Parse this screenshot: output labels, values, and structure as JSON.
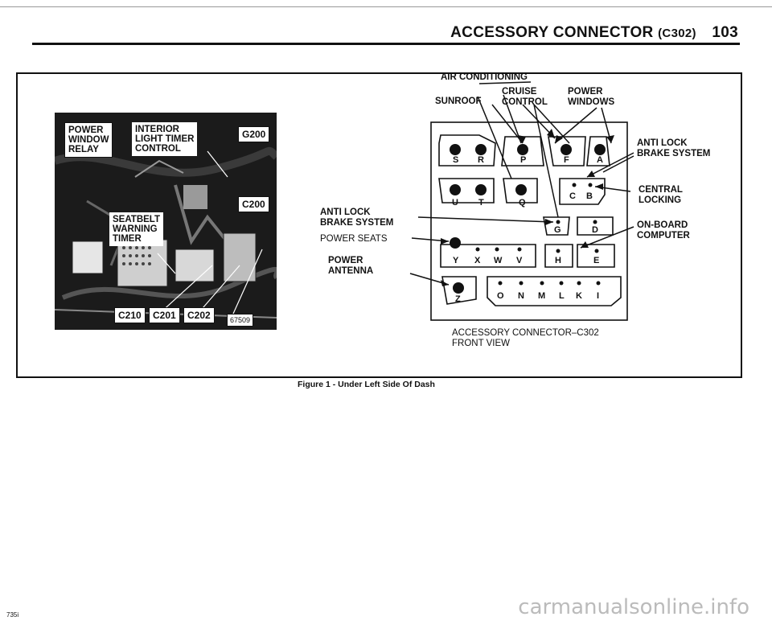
{
  "header": {
    "title": "ACCESSORY CONNECTOR",
    "title_sub": "(C302)",
    "page_number": "103"
  },
  "photo": {
    "labels": {
      "power_window_relay": "POWER\nWINDOW\nRELAY",
      "interior_light_timer": "INTERIOR\nLIGHT TIMER\nCONTROL",
      "g200": "G200",
      "c200": "C200",
      "seatbelt_warning_timer": "SEATBELT\nWARNING\nTIMER",
      "c210": "C210",
      "c201": "C201",
      "c202": "C202",
      "photo_number": "67509"
    }
  },
  "diagram": {
    "labels_top": {
      "air_conditioning": "AIR CONDITIONING",
      "sunroof": "SUNROOF",
      "cruise_control": "CRUISE\nCONTROL",
      "power_windows": "POWER\nWINDOWS"
    },
    "labels_left": {
      "anti_lock": "ANTI LOCK\nBRAKE SYSTEM",
      "power_seats": "POWER SEATS",
      "power_antenna": "POWER\nANTENNA"
    },
    "labels_right": {
      "anti_lock": "ANTI LOCK\nBRAKE SYSTEM",
      "central_locking": "CENTRAL\nLOCKING",
      "on_board_computer": "ON-BOARD\nCOMPUTER"
    },
    "connector_caption": "ACCESSORY CONNECTOR–C302\nFRONT VIEW",
    "pins": {
      "S": "S",
      "R": "R",
      "P": "P",
      "F": "F",
      "A": "A",
      "U": "U",
      "T": "T",
      "Q": "Q",
      "C": "C",
      "B": "B",
      "G": "G",
      "D": "D",
      "Y": "Y",
      "X": "X",
      "W": "W",
      "V": "V",
      "H": "H",
      "E": "E",
      "Z": "Z",
      "O": "O",
      "N": "N",
      "M": "M",
      "L": "L",
      "K": "K",
      "I": "I"
    }
  },
  "figure_caption": "Figure 1 - Under Left Side Of Dash",
  "footer_left": "735i",
  "watermark": "carmanualsonline.info"
}
